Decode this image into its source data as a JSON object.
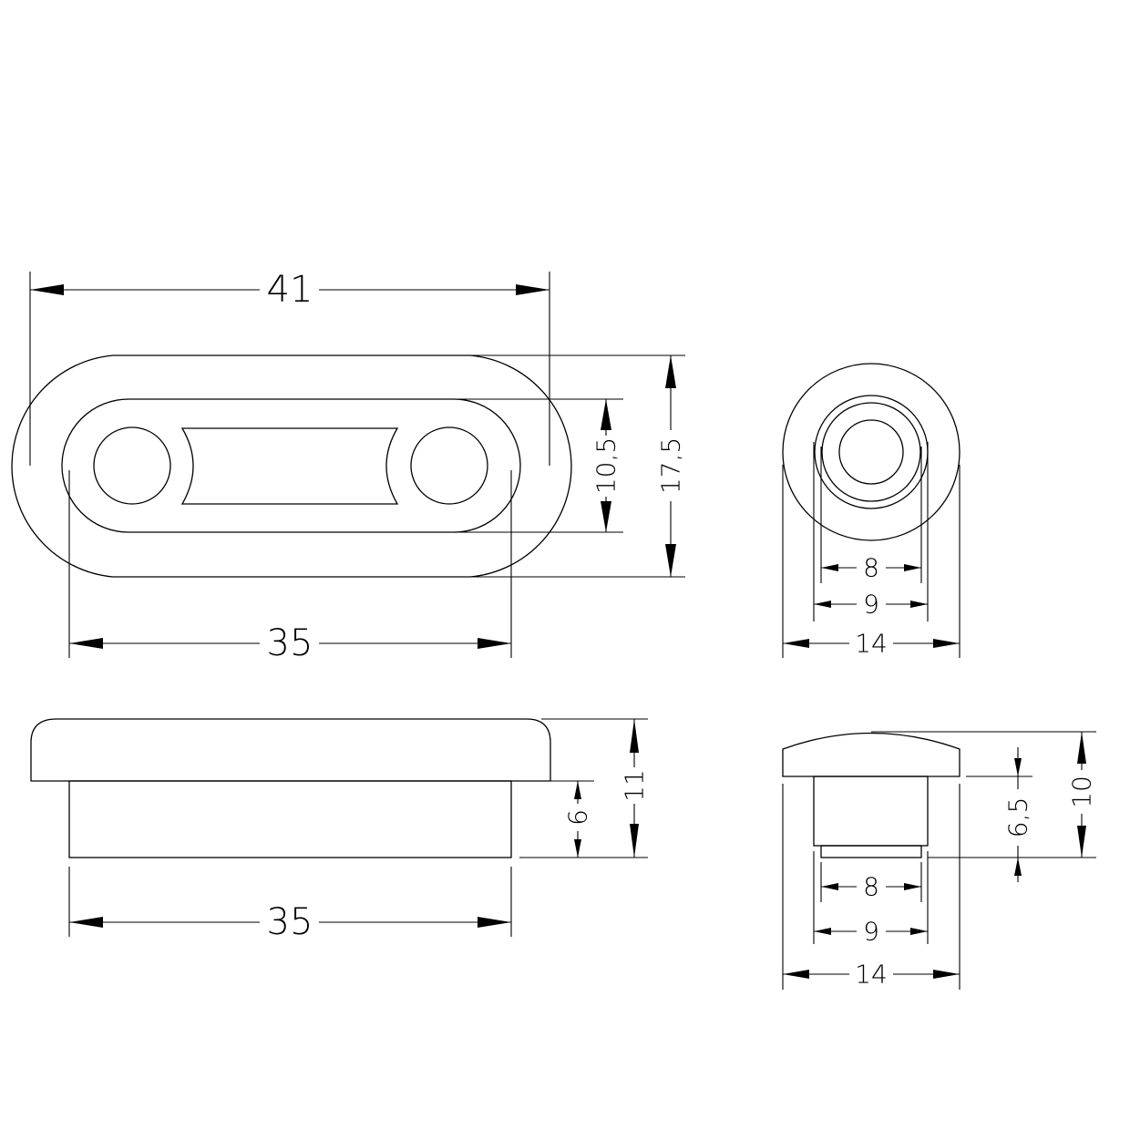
{
  "top_view": {
    "overall_length": "41",
    "base_length": "35",
    "inner_width": "10,5",
    "overall_width": "17,5"
  },
  "end_view": {
    "inner_dia": "8",
    "outer_dia": "9",
    "head_dia": "14"
  },
  "side_view": {
    "base_length": "35",
    "stem_height": "6",
    "total_height": "11"
  },
  "end_side_view": {
    "inner_dia": "8",
    "outer_dia": "9",
    "head_dia": "14",
    "stem_height": "6,5",
    "total_height": "10"
  }
}
